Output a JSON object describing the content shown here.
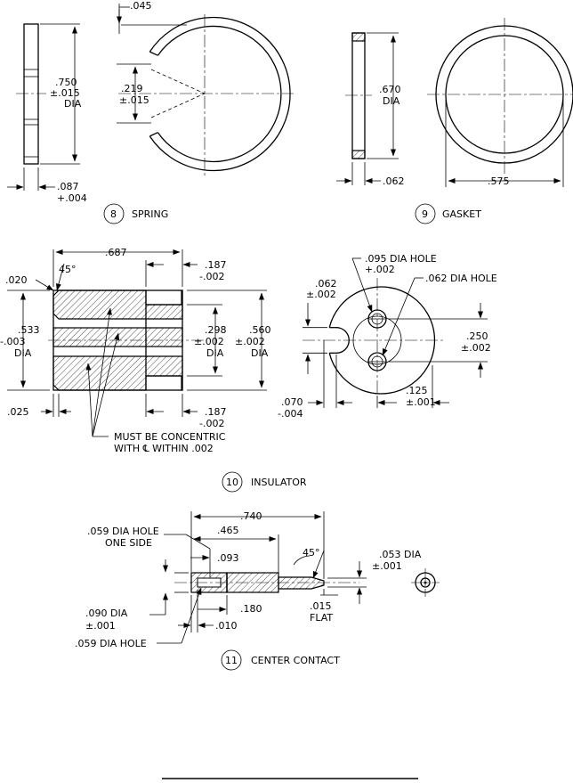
{
  "spring": {
    "t045": ".045",
    "t750": ".750",
    "t015a": "±.015",
    "tdia": "DIA",
    "t219": ".219",
    "t015b": "±.015",
    "t087": ".087",
    "t004": "+.004",
    "num": "8",
    "name": "SPRING"
  },
  "gasket": {
    "t670": ".670",
    "tdia": "DIA",
    "t062": ".062",
    "t575": ".575",
    "num": "9",
    "name": "GASKET"
  },
  "insulator": {
    "t687": ".687",
    "t020": ".020",
    "t45": "45°",
    "t187a": ".187",
    "t002a": "-.002",
    "t533": ".533",
    "t003": "-.003",
    "tdia1": "DIA",
    "t298": ".298",
    "t002b": "±.002",
    "tdia2": "DIA",
    "t560": ".560",
    "t002c": "±.002",
    "tdia3": "DIA",
    "t025": ".025",
    "t187b": ".187",
    "t002d": "-.002",
    "note1": "MUST BE CONCENTRIC",
    "note2": "WITH ℄ WITHIN .002",
    "t095": ".095 DIA HOLE",
    "t002e": "+.002",
    "t062hole": ".062 DIA HOLE",
    "t062": ".062",
    "t002f": "±.002",
    "t250": ".250",
    "t002g": "±.002",
    "t125": ".125",
    "t001": "±.001",
    "t070": ".070",
    "t004": "-.004",
    "num": "10",
    "name": "INSULATOR"
  },
  "contact": {
    "t740": ".740",
    "t059hole": ".059 DIA HOLE",
    "tone": "ONE SIDE",
    "t465": ".465",
    "t093": ".093",
    "t45": "45°",
    "t053": ".053 DIA",
    "t001a": "±.001",
    "t090": ".090 DIA",
    "t001b": "±.001",
    "t180": ".180",
    "t010": ".010",
    "t015": ".015",
    "tflat": "FLAT",
    "t059b": ".059 DIA HOLE",
    "num": "11",
    "name": "CENTER CONTACT"
  }
}
